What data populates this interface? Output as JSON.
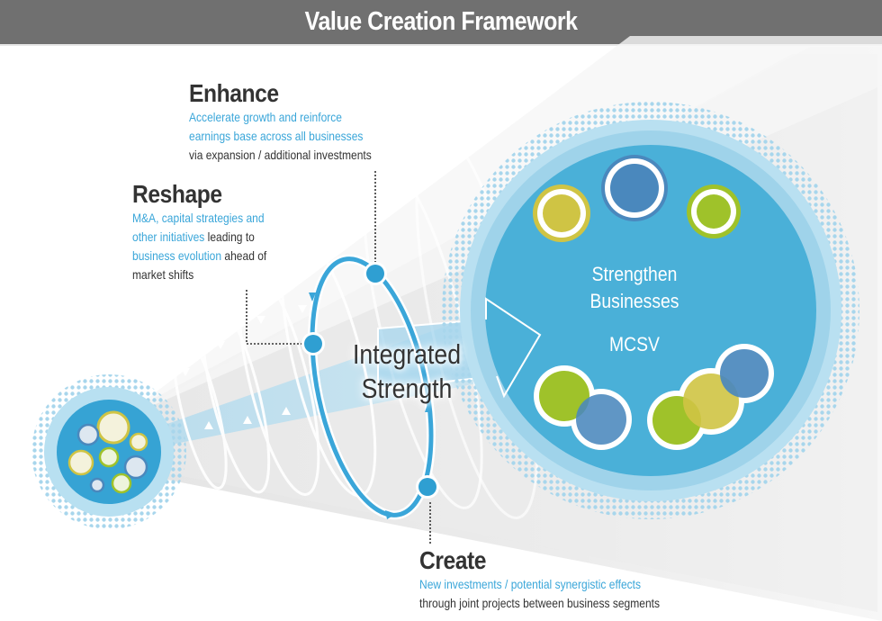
{
  "header": {
    "title": "Value Creation Framework"
  },
  "center": {
    "integrated_line1": "Integrated",
    "integrated_line2": "Strength"
  },
  "target_circle": {
    "line1": "Strengthen",
    "line2": "Businesses",
    "line3": "MCSV"
  },
  "stages": {
    "enhance": {
      "title": "Enhance",
      "lines": [
        {
          "parts": [
            {
              "text": "Accelerate growth and reinforce",
              "tone": "blue"
            }
          ]
        },
        {
          "parts": [
            {
              "text": "earnings base across all businesses",
              "tone": "blue"
            }
          ]
        },
        {
          "parts": [
            {
              "text": "via expansion / additional investments",
              "tone": "dark"
            }
          ]
        }
      ]
    },
    "reshape": {
      "title": "Reshape",
      "lines": [
        {
          "parts": [
            {
              "text": "M&A, capital strategies and",
              "tone": "blue"
            }
          ]
        },
        {
          "parts": [
            {
              "text": "other initiatives",
              "tone": "blue"
            },
            {
              "text": " leading to",
              "tone": "dark"
            }
          ]
        },
        {
          "parts": [
            {
              "text": "business evolution",
              "tone": "blue"
            },
            {
              "text": " ahead of",
              "tone": "dark"
            }
          ]
        },
        {
          "parts": [
            {
              "text": "market shifts",
              "tone": "dark"
            }
          ]
        }
      ]
    },
    "create": {
      "title": "Create",
      "lines": [
        {
          "parts": [
            {
              "text": "New investments / potential synergistic effects",
              "tone": "blue"
            }
          ]
        },
        {
          "parts": [
            {
              "text": "through joint projects between business segments",
              "tone": "dark"
            }
          ]
        }
      ]
    }
  },
  "colors": {
    "header_bg": "#707070",
    "accent_blue": "#3aa6d9",
    "circle_blue": "#4ab0d8",
    "ring_light": "#9fd3ea",
    "navy": "#4a88bd",
    "olive": "#cfc444",
    "green": "#9fc22a",
    "text_dark": "#333333"
  }
}
